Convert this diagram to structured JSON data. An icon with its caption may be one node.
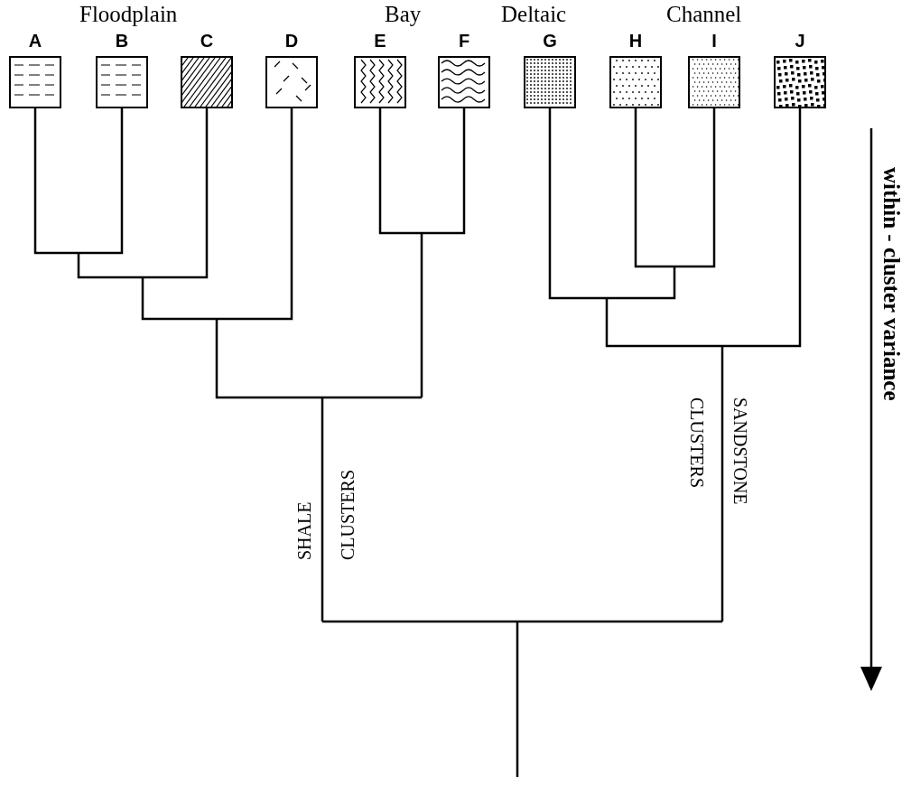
{
  "diagram": {
    "nodes": [
      {
        "text": [
          "A"
        ]
      },
      {
        "text": [
          "B"
        ]
      },
      {
        "text": [
          "C"
        ]
      },
      {
        "text": [
          "D"
        ]
      },
      {
        "text": [
          "E"
        ]
      },
      {
        "text": [
          "F"
        ]
      },
      {
        "text": [
          "G"
        ]
      },
      {
        "text": [
          "H"
        ]
      },
      {
        "text": [
          "I"
        ]
      },
      {
        "text": [
          "J"
        ]
      }
    ],
    "labels": [
      "Floodplain",
      "Bay",
      "Deltaic",
      "Channel",
      "SHALE CLUSTERS",
      "SANDSTONE CLUSTERS",
      "within - cluster variance"
    ]
  }
}
